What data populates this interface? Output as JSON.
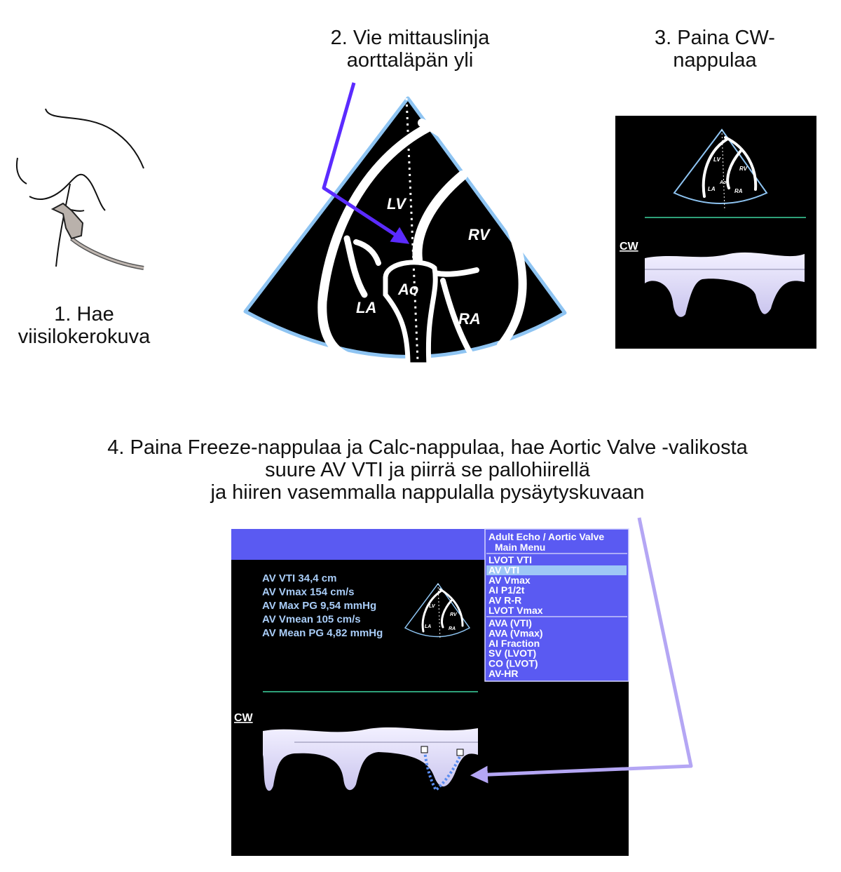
{
  "steps": {
    "step1": {
      "line1": "1. Hae",
      "line2": "viisilokerokuva"
    },
    "step2": {
      "line1": "2. Vie mittauslinja",
      "line2": "aorttaläpän yli"
    },
    "step3": {
      "line1": "3. Paina CW-",
      "line2": "nappulaa"
    },
    "step4": {
      "line1": "4. Paina Freeze-nappulaa ja Calc-nappulaa, hae Aortic Valve -valikosta",
      "line2": "suure AV VTI ja piirrä se pallohiirellä",
      "line3": "ja hiiren vasemmalla nappulalla pysäytyskuvaan"
    }
  },
  "heart_labels": {
    "lv": "LV",
    "rv": "RV",
    "la": "LA",
    "ra": "RA",
    "ao": "Ao"
  },
  "cw_label": "CW",
  "screen": {
    "menu_title_1": "Adult Echo / Aortic Valve",
    "menu_title_2": "Main Menu",
    "menu_items_a": [
      "LVOT VTI",
      "AV VTI",
      "AV Vmax",
      "AI P1/2t",
      "AV R-R",
      "LVOT Vmax"
    ],
    "menu_items_b": [
      "AVA (VTI)",
      "AVA (Vmax)",
      "AI Fraction",
      "SV (LVOT)",
      "CO (LVOT)",
      "AV-HR"
    ],
    "selected_item": "AV VTI",
    "measurements": [
      "AV VTI 34,4 cm",
      "AV Vmax 154 cm/s",
      "AV Max PG 9,54 mmHg",
      "AV Vmean 105 cm/s",
      "AV Mean PG 4,82 mmHg"
    ]
  },
  "colors": {
    "arrow_step2": "#5b2bff",
    "arrow_step4": "#b4a6f4",
    "sector_border": "#8ec4f2",
    "menu_bg": "#5a5af2",
    "menu_highlight": "#9ec7f6",
    "baseline": "#3ed6a0",
    "trace": "#5a8cf0"
  }
}
